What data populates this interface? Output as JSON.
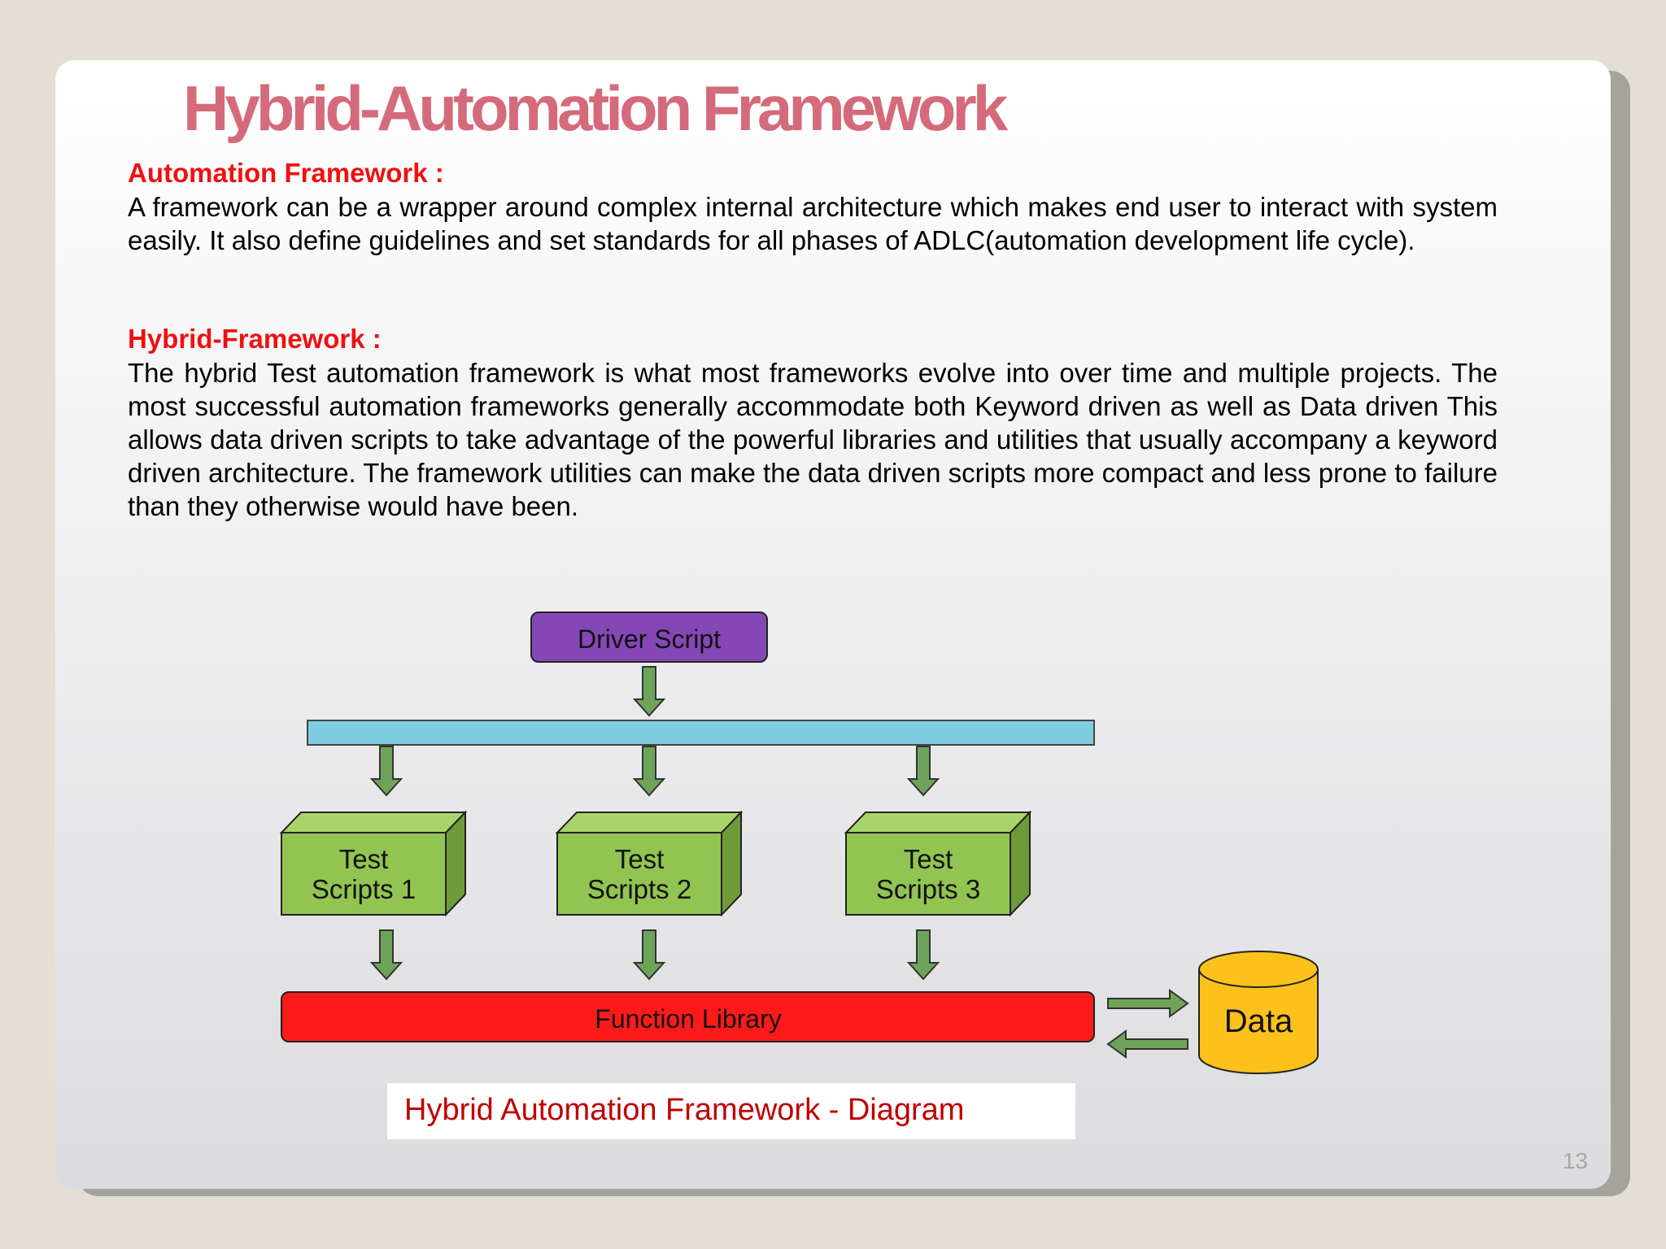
{
  "slide": {
    "title": "Hybrid-Automation Framework",
    "section1": {
      "heading": "Automation Framework :",
      "body": "A framework can be a wrapper around complex internal architecture which makes end user to interact with system easily. It also define guidelines and set standards for all phases of ADLC(automation development life cycle)."
    },
    "section2": {
      "heading": "Hybrid-Framework :",
      "body": "The hybrid Test automation framework is what most frameworks evolve into over time and multiple projects. The most successful automation frameworks generally accommodate both Keyword driven as well as Data driven This allows data driven scripts to take advantage of the powerful libraries and utilities that usually accompany a keyword driven architecture. The framework utilities can make the data driven scripts more compact and less prone to failure than they otherwise would have been."
    },
    "page_number": "13"
  },
  "diagram": {
    "driver_script": "Driver Script",
    "test_scripts": [
      {
        "line1": "Test",
        "line2": "Scripts 1"
      },
      {
        "line1": "Test",
        "line2": "Scripts 2"
      },
      {
        "line1": "Test",
        "line2": "Scripts 3"
      }
    ],
    "function_library": "Function Library",
    "data": "Data",
    "caption": "Hybrid  Automation Framework - Diagram",
    "colors": {
      "driver": "#8547b5",
      "bus": "#7ecde0",
      "test_box": "#92c451",
      "function_library": "#ff1a1a",
      "data": "#fcc21b",
      "arrow": "#6ea45a"
    }
  }
}
